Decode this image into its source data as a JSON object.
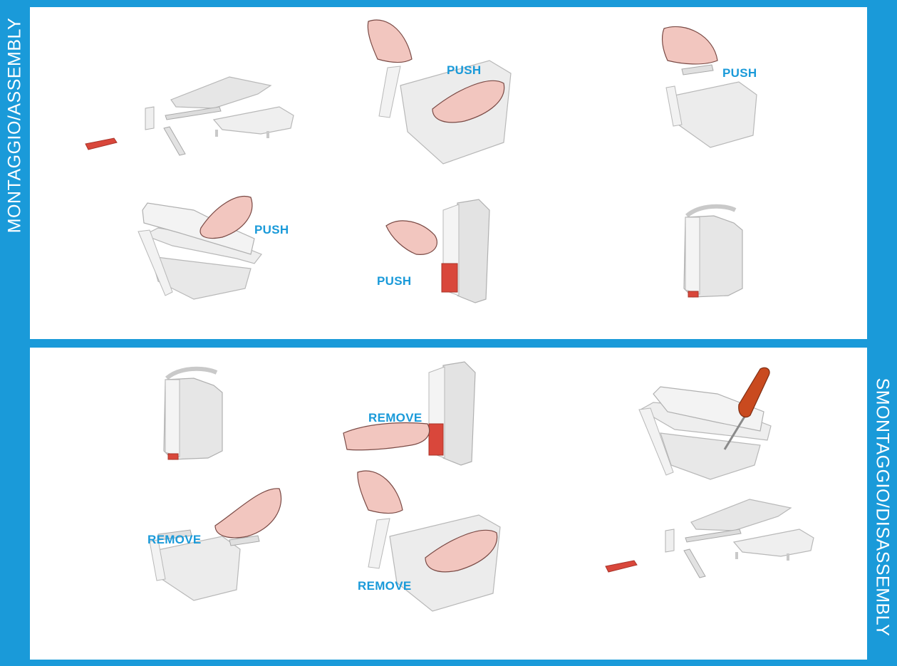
{
  "sections": {
    "assembly": {
      "label": "MONTAGGIO/ASSEMBLY"
    },
    "disassembly": {
      "label": "SMONTAGGIO/DISASSEMBLY"
    }
  },
  "callouts": {
    "push": "PUSH",
    "remove": "REMOVE"
  },
  "colors": {
    "frame": "#1a9ad9",
    "callout_text": "#1a9ad9",
    "housing": "#e9e9e9",
    "clip": "#d9473b",
    "hand": "#f2c6bf",
    "screwdriver_handle": "#c94a1f"
  }
}
